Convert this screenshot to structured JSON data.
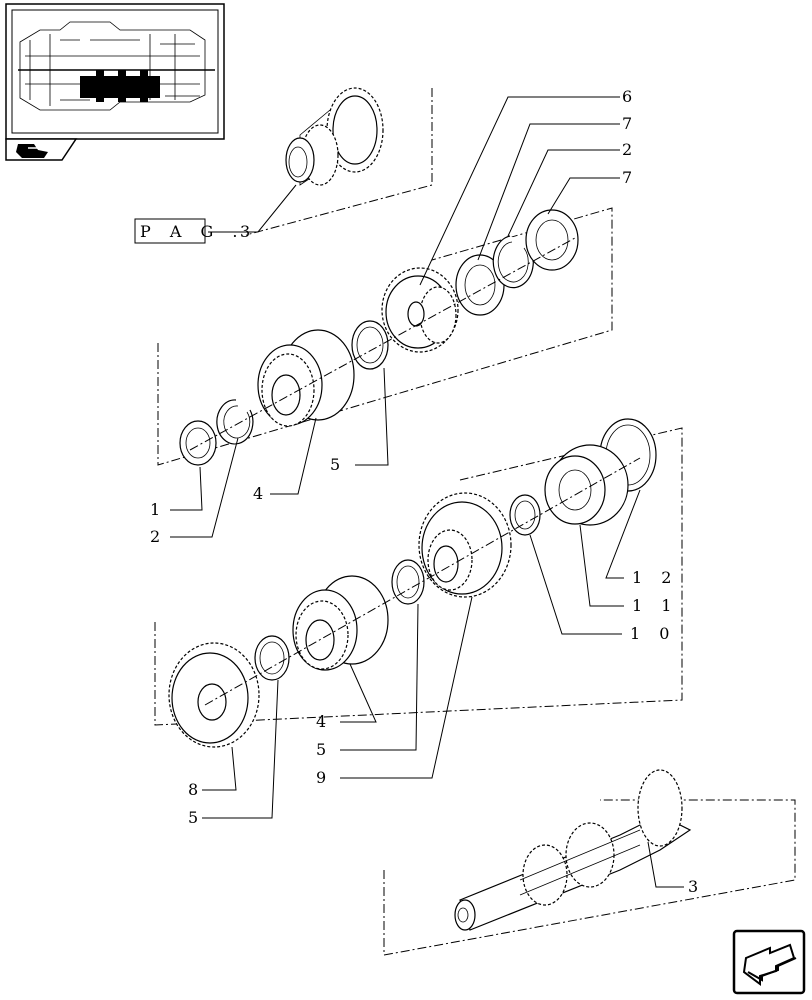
{
  "callouts": {
    "c_6": "6",
    "c_7a": "7",
    "c_2a": "2",
    "c_7b": "7",
    "c_pag_ref": "3",
    "c_1": "1",
    "c_2b": "2",
    "c_4a": "4",
    "c_5a": "5",
    "c_12": "1 2",
    "c_11": "1 1",
    "c_10": "1 0",
    "c_4b": "4",
    "c_5b": "5",
    "c_9": "9",
    "c_8": "8",
    "c_5c": "5",
    "c_3": "3"
  },
  "page_ref": {
    "label": "P A G ."
  },
  "icons": {
    "thumbnail": "transmission-overview-thumbnail",
    "small_nav": "tractor-arrow-icon",
    "next_page": "next-page-arrow-icon"
  }
}
